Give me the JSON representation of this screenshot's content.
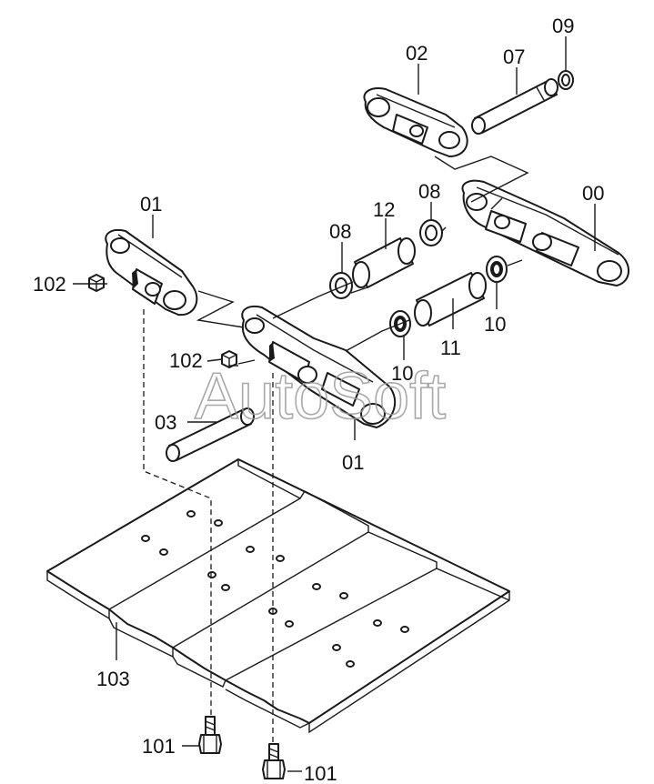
{
  "watermark": "AutoSoft",
  "labels": {
    "l00": "00",
    "l01_top": "01",
    "l01_bottom": "01",
    "l02": "02",
    "l03": "03",
    "l07": "07",
    "l08_left": "08",
    "l08_right": "08",
    "l09": "09",
    "l10_left": "10",
    "l10_right": "10",
    "l11": "11",
    "l12": "12",
    "l101_left": "101",
    "l101_right": "101",
    "l102_top": "102",
    "l102_mid": "102",
    "l103": "103"
  }
}
